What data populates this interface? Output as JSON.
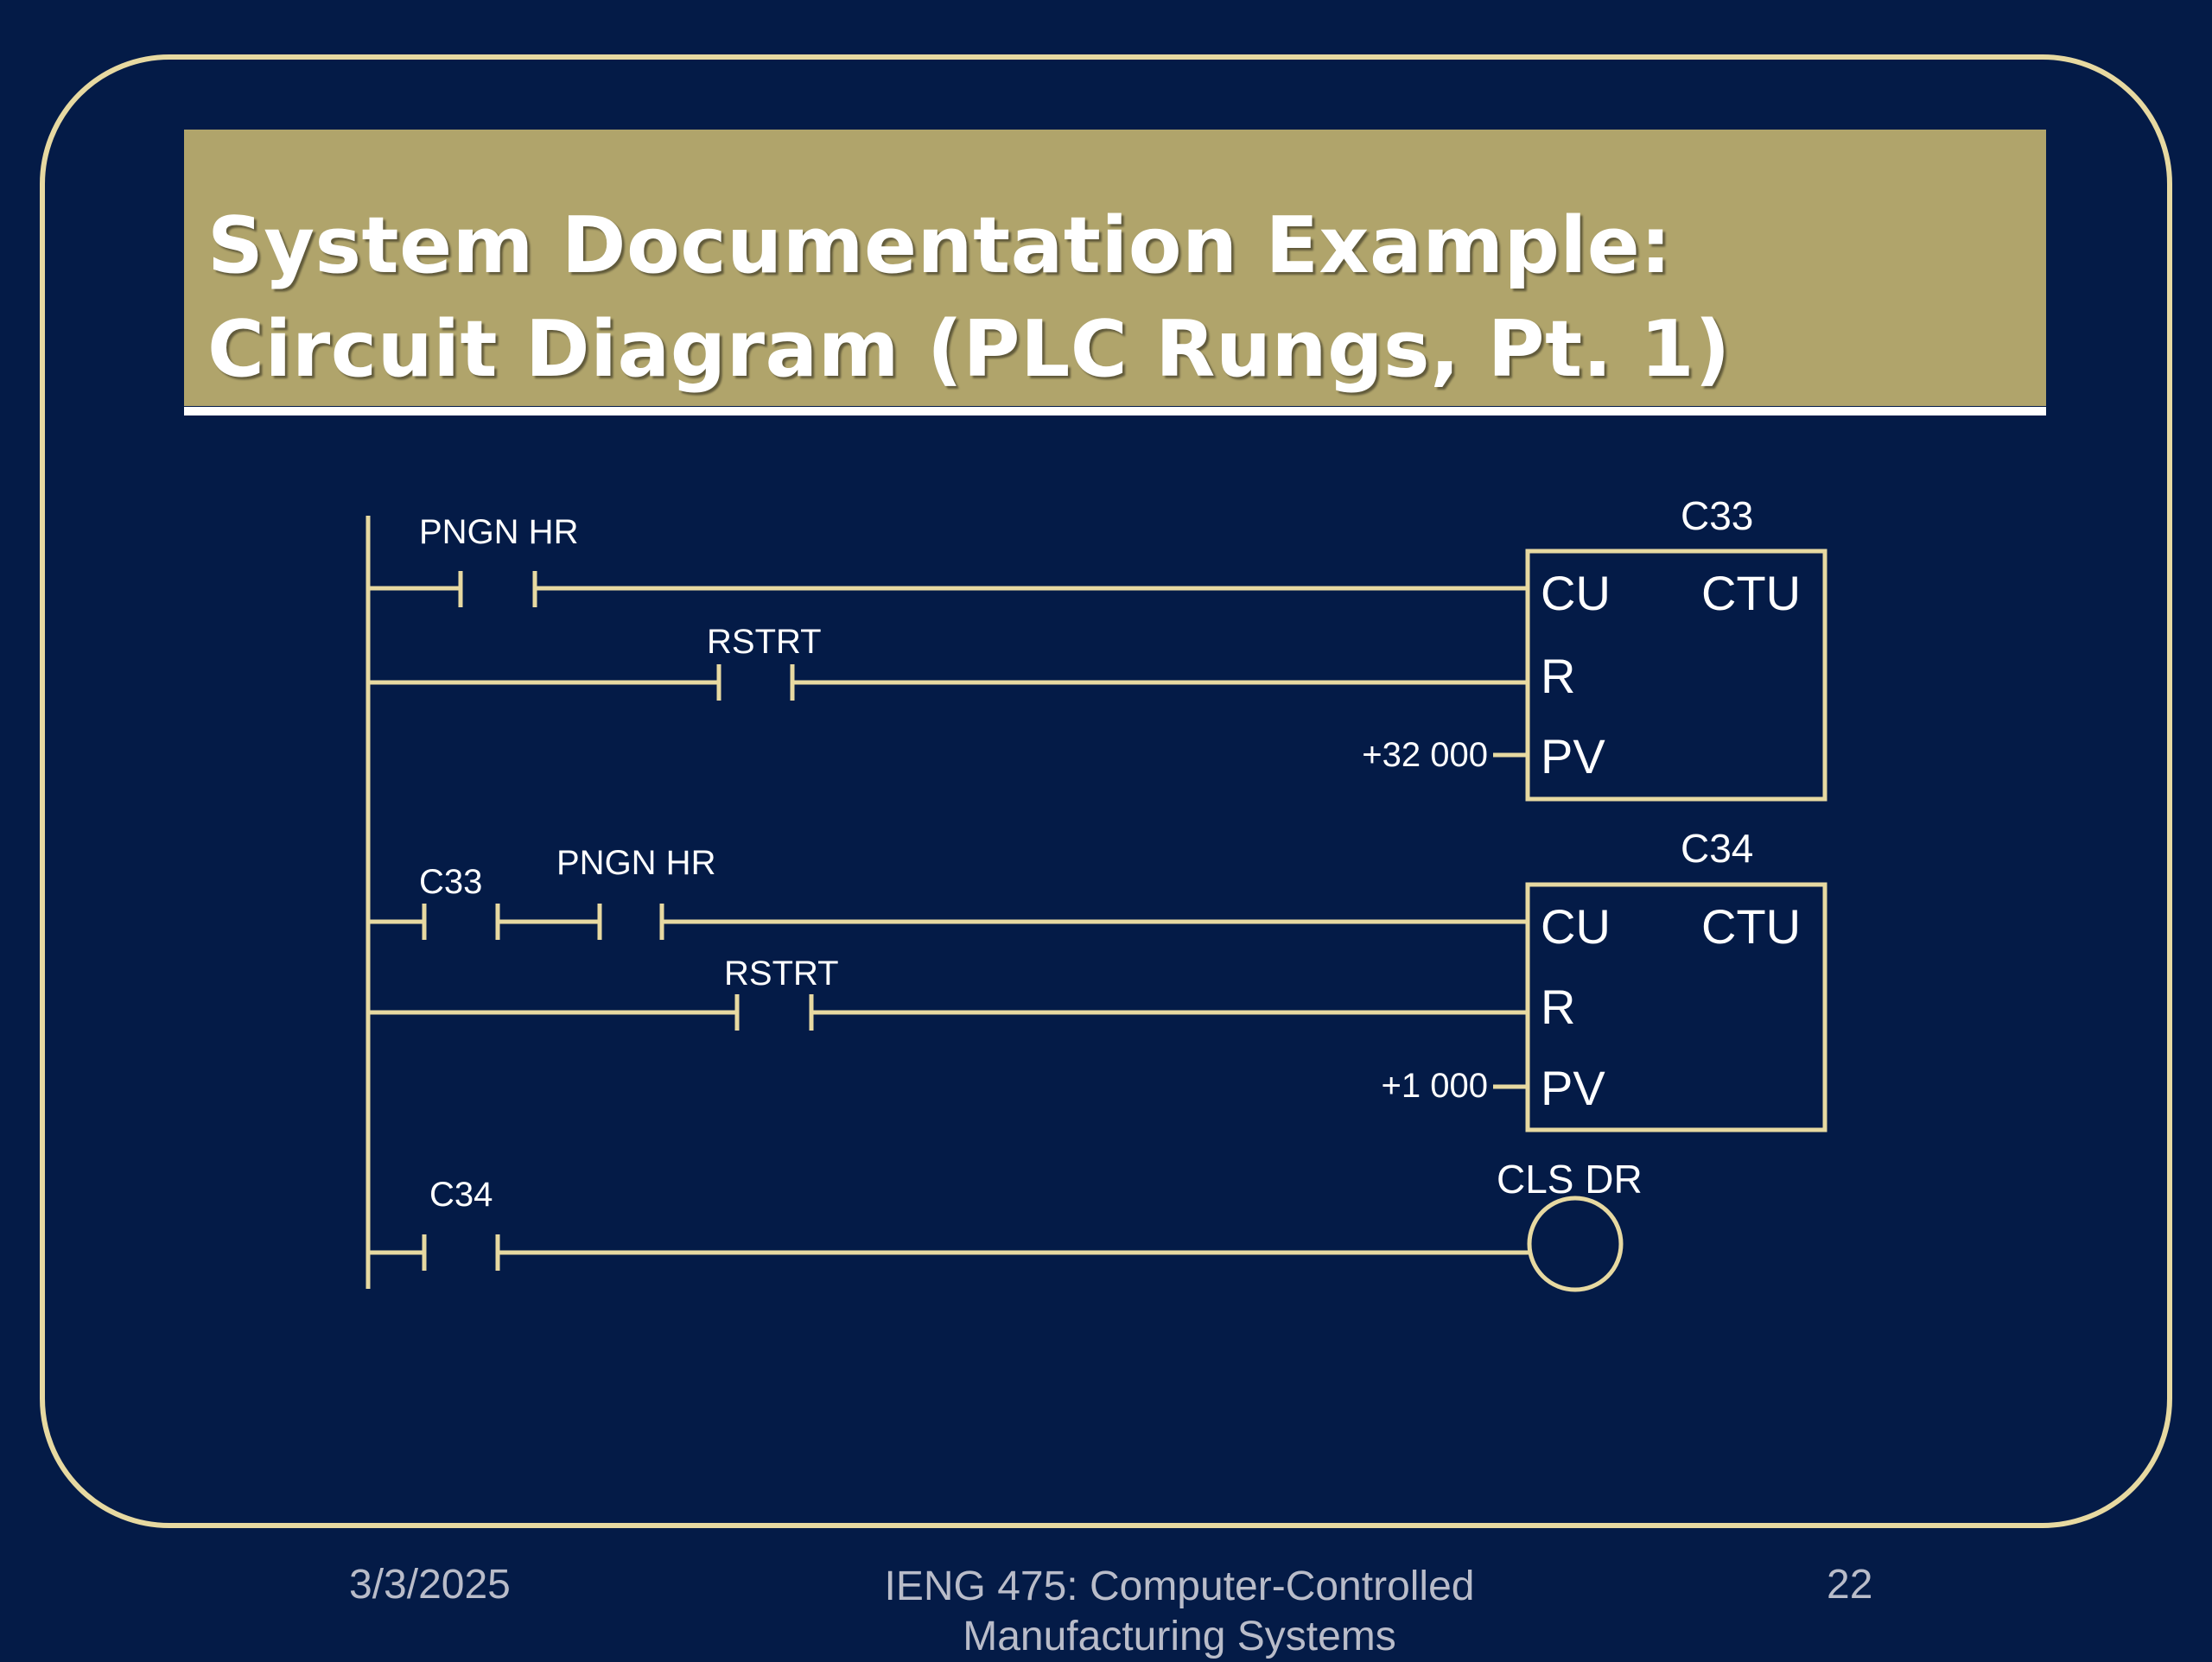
{
  "slide": {
    "title_line1": "System Documentation Example:",
    "title_line2": "Circuit Diagram (PLC Rungs, Pt. 1)"
  },
  "diagram": {
    "colors": {
      "line": "#e7d9a1",
      "text": "#ffffff",
      "background": "#041b47",
      "title_bar": "#b0a46b"
    },
    "rung1": {
      "contact_label": "PNGN HR",
      "counter_name": "C33",
      "cu": "CU",
      "ctu": "CTU",
      "r": "R",
      "pv": "PV",
      "reset_label": "RSTRT",
      "preset": "+32 000"
    },
    "rung2": {
      "contact1_label": "C33",
      "contact2_label": "PNGN HR",
      "counter_name": "C34",
      "cu": "CU",
      "ctu": "CTU",
      "r": "R",
      "pv": "PV",
      "reset_label": "RSTRT",
      "preset": "+1 000"
    },
    "rung3": {
      "contact_label": "C34",
      "coil_label": "CLS DR"
    }
  },
  "footer": {
    "date": "3/3/2025",
    "course_line1": "IENG 475: Computer-Controlled",
    "course_line2": "Manufacturing Systems",
    "page": "22"
  }
}
